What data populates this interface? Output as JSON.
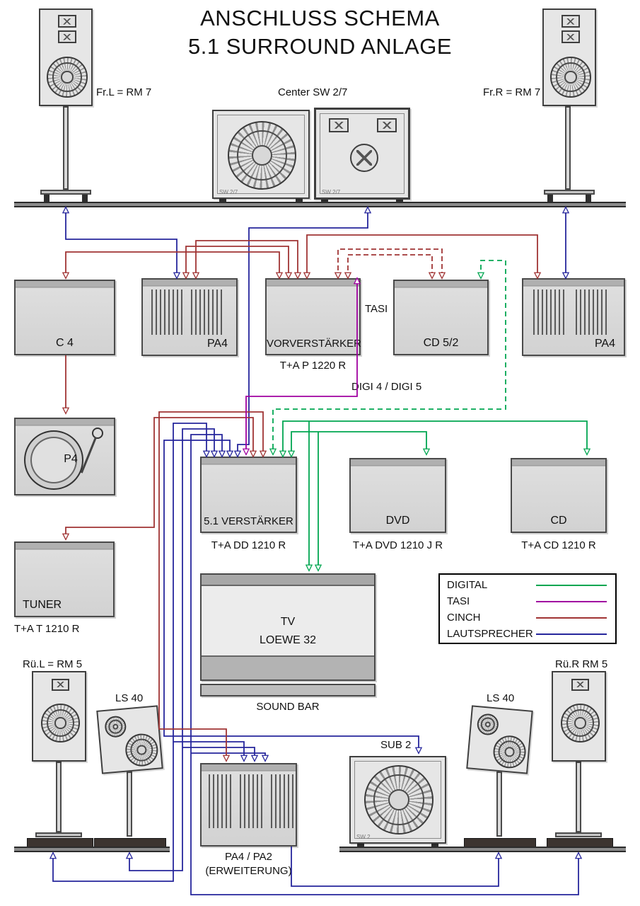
{
  "title": {
    "line1": "ANSCHLUSS SCHEMA",
    "line2": "5.1 SURROUND ANLAGE"
  },
  "colors": {
    "digital": "#00A651",
    "tasi": "#A000A0",
    "cinch": "#A03434",
    "lautsprecher": "#26269C"
  },
  "speakers": {
    "front_left": {
      "label": "Fr.L = RM 7"
    },
    "center": {
      "label": "Center SW 2/7",
      "badge": "SW 2/7"
    },
    "front_right": {
      "label": "Fr.R = RM 7"
    },
    "rear_left": {
      "label": "Rü.L = RM 5"
    },
    "rear_right": {
      "label": "Rü.R RM 5"
    },
    "ls40_left": {
      "label": "LS 40"
    },
    "ls40_right": {
      "label": "LS 40"
    },
    "sub": {
      "label": "SUB 2",
      "badge": "SW 2"
    }
  },
  "devices": {
    "c4": {
      "name": "C 4"
    },
    "pa4_left": {
      "name": "PA4"
    },
    "vorverstaerker": {
      "name": "VORVERSTÄRKER",
      "model": "T+A P 1220 R"
    },
    "cd52": {
      "name": "CD 5/2"
    },
    "pa4_right": {
      "name": "PA4"
    },
    "p4": {
      "name": "P4"
    },
    "amp51": {
      "name": "5.1 VERSTÄRKER",
      "model": "T+A DD 1210 R"
    },
    "dvd": {
      "name": "DVD",
      "model": "T+A DVD 1210 J R"
    },
    "cd": {
      "name": "CD",
      "model": "T+A CD 1210 R"
    },
    "tuner": {
      "name": "TUNER",
      "model": "T+A T 1210 R"
    },
    "tv": {
      "name": "TV",
      "model": "LOEWE 32",
      "soundbar": "SOUND BAR"
    },
    "pa4_ext": {
      "name": "PA4 / PA2",
      "note": "(ERWEITERUNG)"
    }
  },
  "annotations": {
    "tasi": "TASI",
    "digi": "DIGI 4 / DIGI 5"
  },
  "legend": {
    "items": [
      {
        "label": "DIGITAL",
        "color": "#00A651"
      },
      {
        "label": "TASI",
        "color": "#A000A0"
      },
      {
        "label": "CINCH",
        "color": "#A03434"
      },
      {
        "label": "LAUTSPRECHER",
        "color": "#26269C"
      }
    ]
  }
}
